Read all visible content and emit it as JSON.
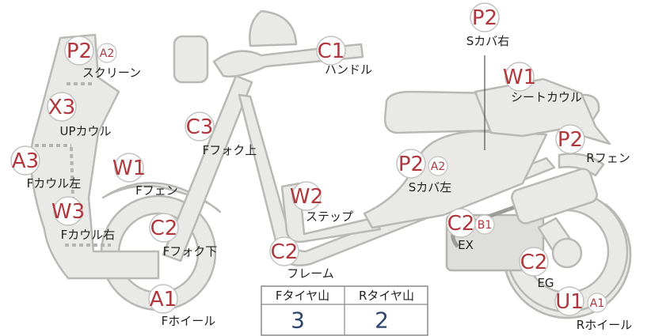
{
  "parts": [
    {
      "code": "P2",
      "sub": "A2",
      "name": "スクリーン"
    },
    {
      "code": "C1",
      "sub": "",
      "name": "ハンドル"
    },
    {
      "code": "P2",
      "sub": "",
      "name": "Sカバ右"
    },
    {
      "code": "W1",
      "sub": "",
      "name": "シートカウル"
    },
    {
      "code": "X3",
      "sub": "",
      "name": "UPカウル"
    },
    {
      "code": "C3",
      "sub": "",
      "name": "Fフォク上"
    },
    {
      "code": "P2",
      "sub": "",
      "name": "Rフェン"
    },
    {
      "code": "A3",
      "sub": "",
      "name": "Fカウル左"
    },
    {
      "code": "W1",
      "sub": "",
      "name": "Fフェン"
    },
    {
      "code": "P2",
      "sub": "A2",
      "name": "Sカバ左"
    },
    {
      "code": "W2",
      "sub": "",
      "name": "ステップ"
    },
    {
      "code": "W3",
      "sub": "",
      "name": "Fカウル右"
    },
    {
      "code": "C2",
      "sub": "",
      "name": "Fフォク下"
    },
    {
      "code": "C2",
      "sub": "B1",
      "name": "EX"
    },
    {
      "code": "C2",
      "sub": "",
      "name": "フレーム"
    },
    {
      "code": "C2",
      "sub": "",
      "name": "EG"
    },
    {
      "code": "A1",
      "sub": "",
      "name": "Fホイール"
    },
    {
      "code": "U1",
      "sub": "A1",
      "name": "Rホイール"
    }
  ],
  "tire_table": {
    "headers": [
      "Fタイヤ山",
      "Rタイヤ山"
    ],
    "values": [
      "3",
      "2"
    ]
  }
}
